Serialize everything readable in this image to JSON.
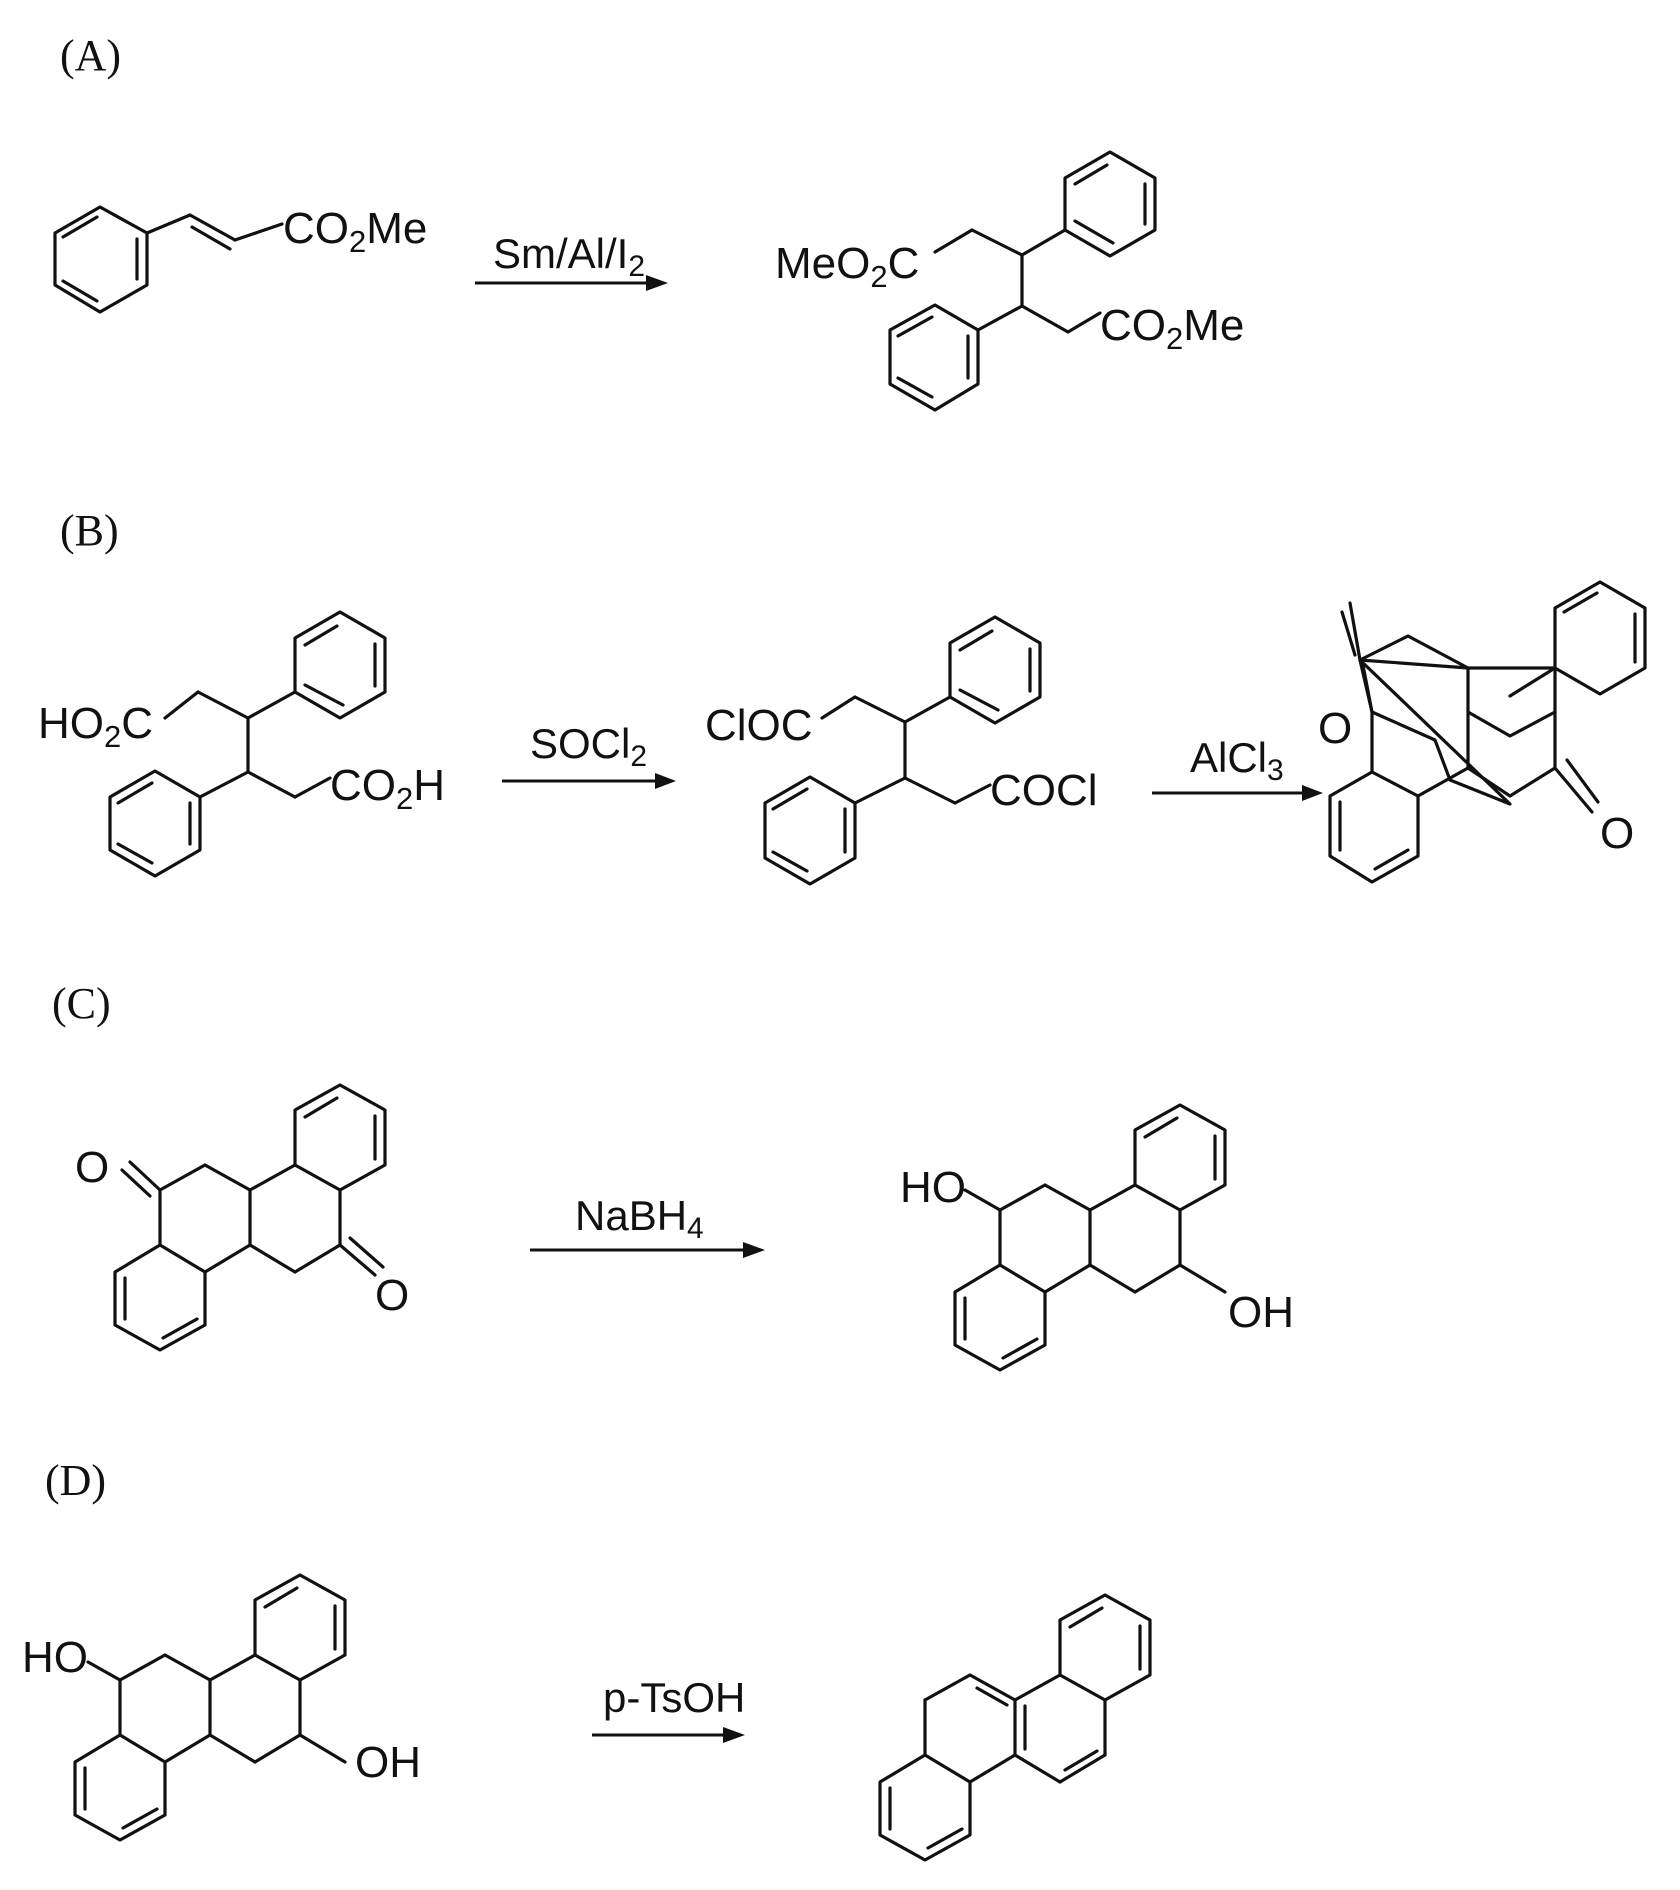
{
  "panels": [
    {
      "label": "(A)",
      "reagent": [
        [
          "Sm/Al/I",
          ""
        ],
        [
          "2",
          "sub"
        ]
      ],
      "atoms": [
        [
          [
            "CO",
            ""
          ],
          [
            "2",
            "sub"
          ],
          [
            "Me",
            ""
          ]
        ],
        [
          [
            "MeO",
            ""
          ],
          [
            "2",
            "sub"
          ],
          [
            "C",
            ""
          ]
        ],
        [
          [
            "CO",
            ""
          ],
          [
            "2",
            "sub"
          ],
          [
            "Me",
            ""
          ]
        ]
      ]
    },
    {
      "label": "(B)",
      "reagents": [
        [
          [
            "SOCl",
            ""
          ],
          [
            "2",
            "sub"
          ]
        ],
        [
          [
            "AlCl",
            ""
          ],
          [
            "3",
            "sub"
          ]
        ]
      ],
      "atoms": [
        [
          [
            "HO",
            ""
          ],
          [
            "2",
            "sub"
          ],
          [
            "C",
            ""
          ]
        ],
        [
          [
            "CO",
            ""
          ],
          [
            "2",
            "sub"
          ],
          [
            "H",
            ""
          ]
        ],
        [
          [
            "ClOC",
            ""
          ]
        ],
        [
          [
            "COCl",
            ""
          ]
        ],
        [
          [
            "O",
            ""
          ]
        ],
        [
          [
            "O",
            ""
          ]
        ]
      ]
    },
    {
      "label": "(C)",
      "reagent": [
        [
          "NaBH",
          ""
        ],
        [
          "4",
          "sub"
        ]
      ],
      "atoms": [
        [
          [
            "O",
            ""
          ]
        ],
        [
          [
            "O",
            ""
          ]
        ],
        [
          [
            "HO",
            ""
          ]
        ],
        [
          [
            "OH",
            ""
          ]
        ]
      ]
    },
    {
      "label": "(D)",
      "reagent": [
        [
          "p-TsOH",
          ""
        ]
      ],
      "atoms": [
        [
          [
            "HO",
            ""
          ]
        ],
        [
          [
            "OH",
            ""
          ]
        ]
      ]
    }
  ],
  "colors": {
    "ink": "#111111",
    "background": "#ffffff"
  }
}
